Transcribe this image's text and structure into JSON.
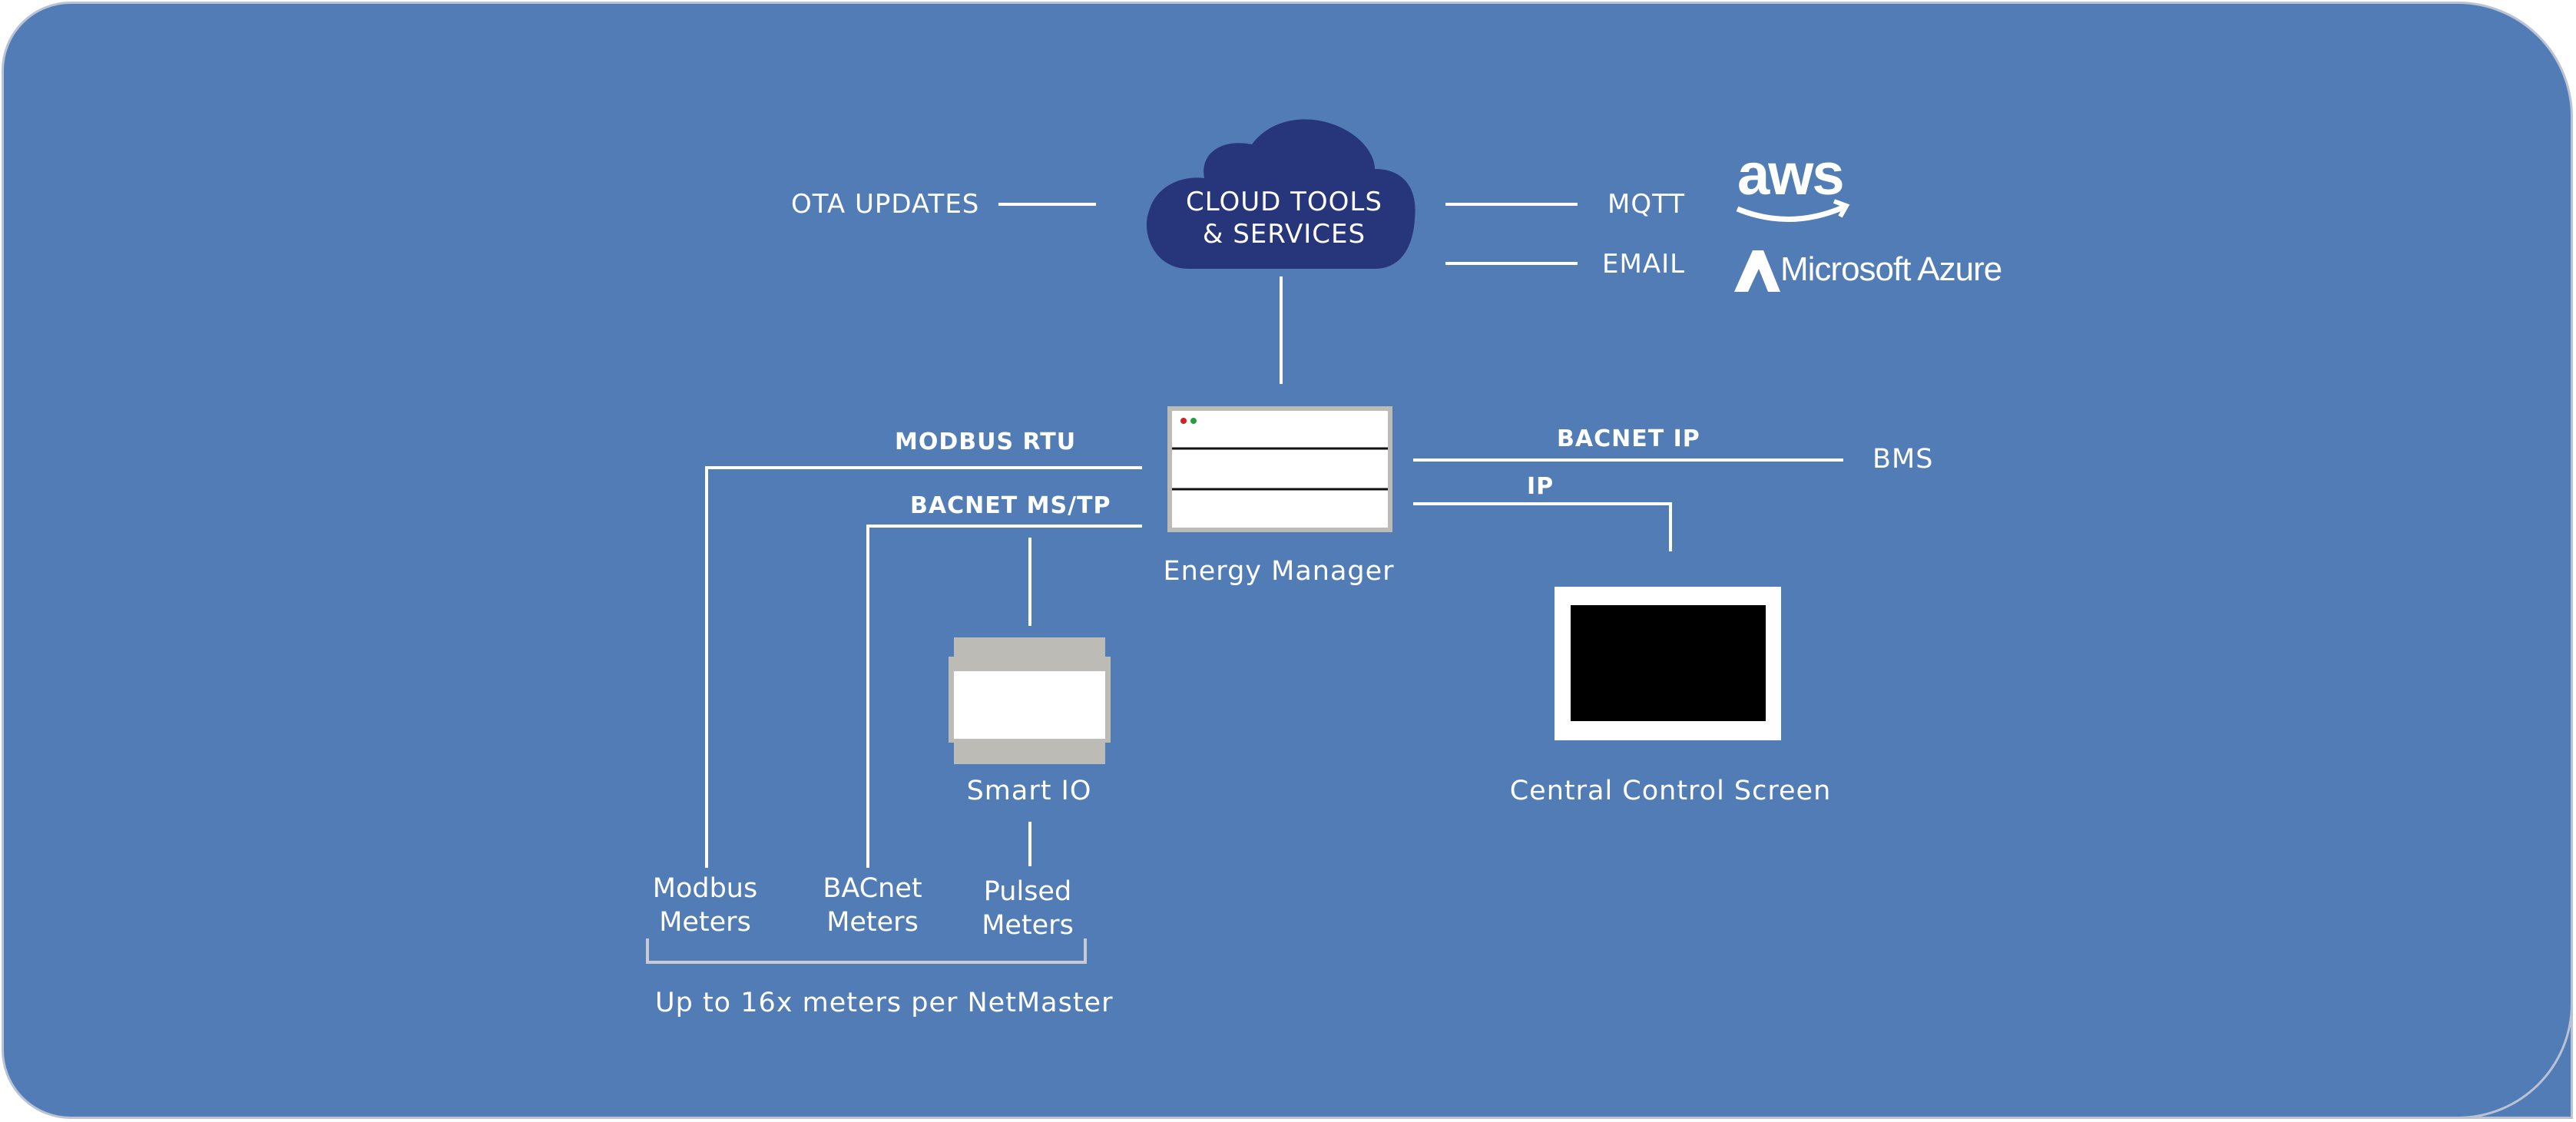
{
  "cloud": {
    "line1": "CLOUD TOOLS",
    "line2": "& SERVICES"
  },
  "left_links": {
    "ota": "OTA UPDATES"
  },
  "right_links": {
    "mqtt": "MQTT",
    "email": "EMAIL"
  },
  "providers": {
    "aws": "aws",
    "azure": "Microsoft Azure"
  },
  "energy_manager": {
    "label": "Energy Manager"
  },
  "connections": {
    "modbus_rtu": "MODBUS RTU",
    "bacnet_mstp": "BACNET MS/TP",
    "bacnet_ip": "BACNET IP",
    "ip": "IP",
    "bms": "BMS"
  },
  "smart_io": {
    "label": "Smart IO"
  },
  "screen": {
    "label": "Central Control Screen"
  },
  "meters": {
    "modbus": [
      "Modbus",
      "Meters"
    ],
    "bacnet": [
      "BACnet",
      "Meters"
    ],
    "pulsed": [
      "Pulsed",
      "Meters"
    ]
  },
  "footnote": "Up to 16x meters per NetMaster",
  "colors": {
    "background": "#527cb6",
    "cloud": "#27367a",
    "line": "#ffffff",
    "device_frame": "#bdbbb6"
  }
}
